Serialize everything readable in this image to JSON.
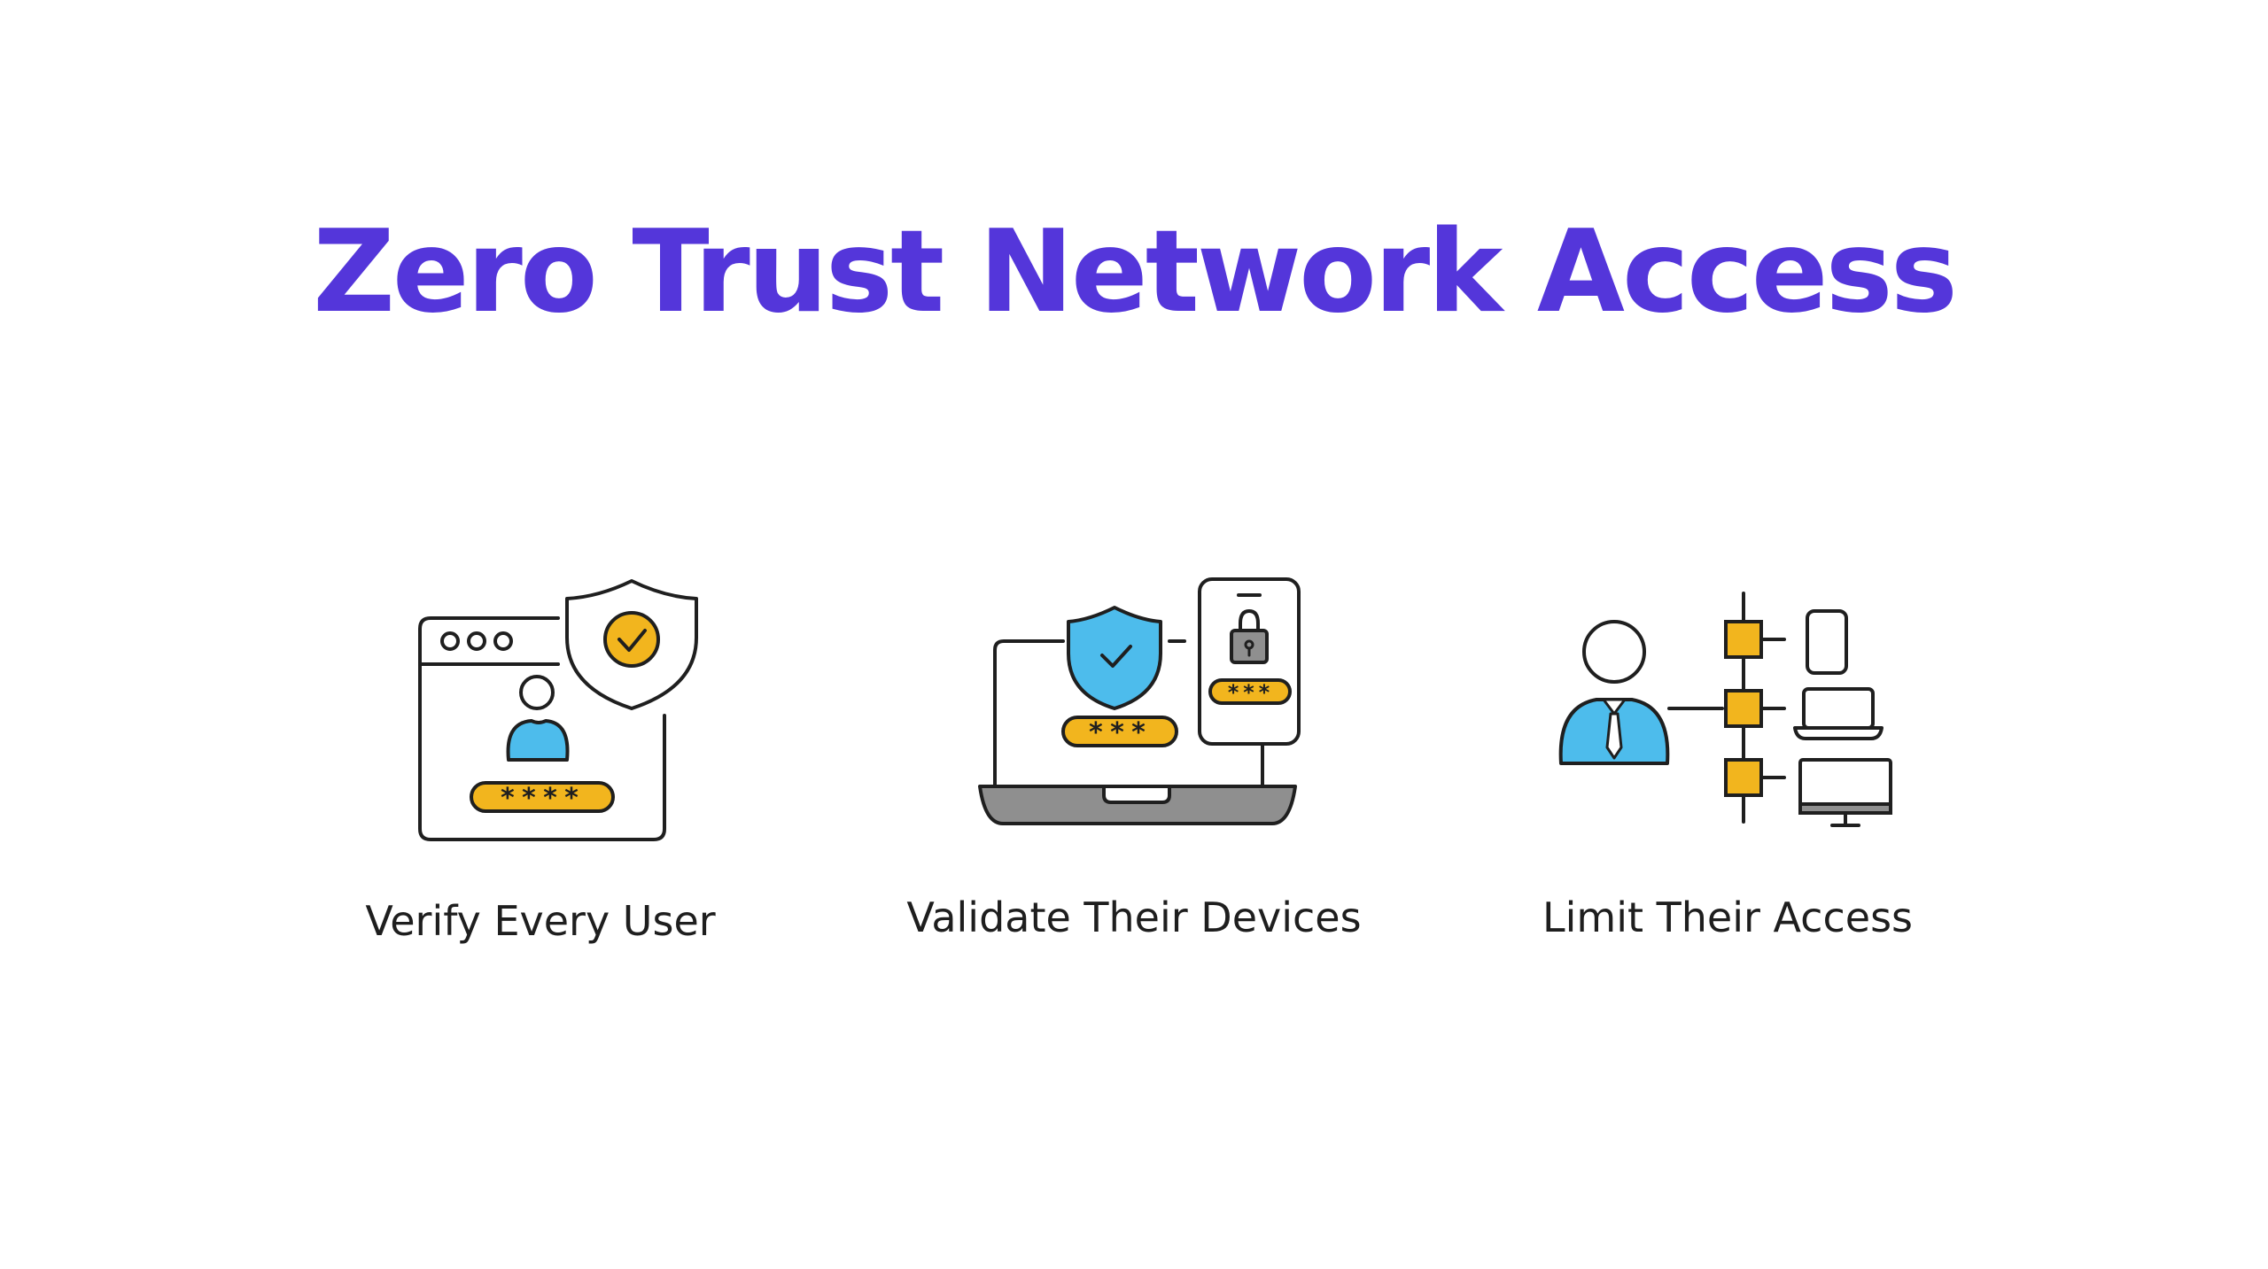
{
  "title": "Zero Trust Network Access",
  "colors": {
    "title": "#5436da",
    "stroke": "#1f1f1f",
    "blue": "#4dbcec",
    "yellow": "#f2b51e",
    "gray": "#8f8f8f"
  },
  "steps": [
    {
      "caption": "Verify Every User",
      "icons": [
        "browser-window-icon",
        "shield-check-icon",
        "user-icon",
        "password-field-icon"
      ],
      "password_mask": "****"
    },
    {
      "caption": "Validate Their Devices",
      "icons": [
        "laptop-icon",
        "shield-check-icon",
        "smartphone-icon",
        "padlock-icon",
        "password-field-icon"
      ],
      "password_mask": "***",
      "phone_password_mask": "***"
    },
    {
      "caption": "Limit Their Access",
      "icons": [
        "business-user-icon",
        "network-nodes-icon",
        "smartphone-icon",
        "laptop-icon",
        "desktop-monitor-icon"
      ]
    }
  ]
}
